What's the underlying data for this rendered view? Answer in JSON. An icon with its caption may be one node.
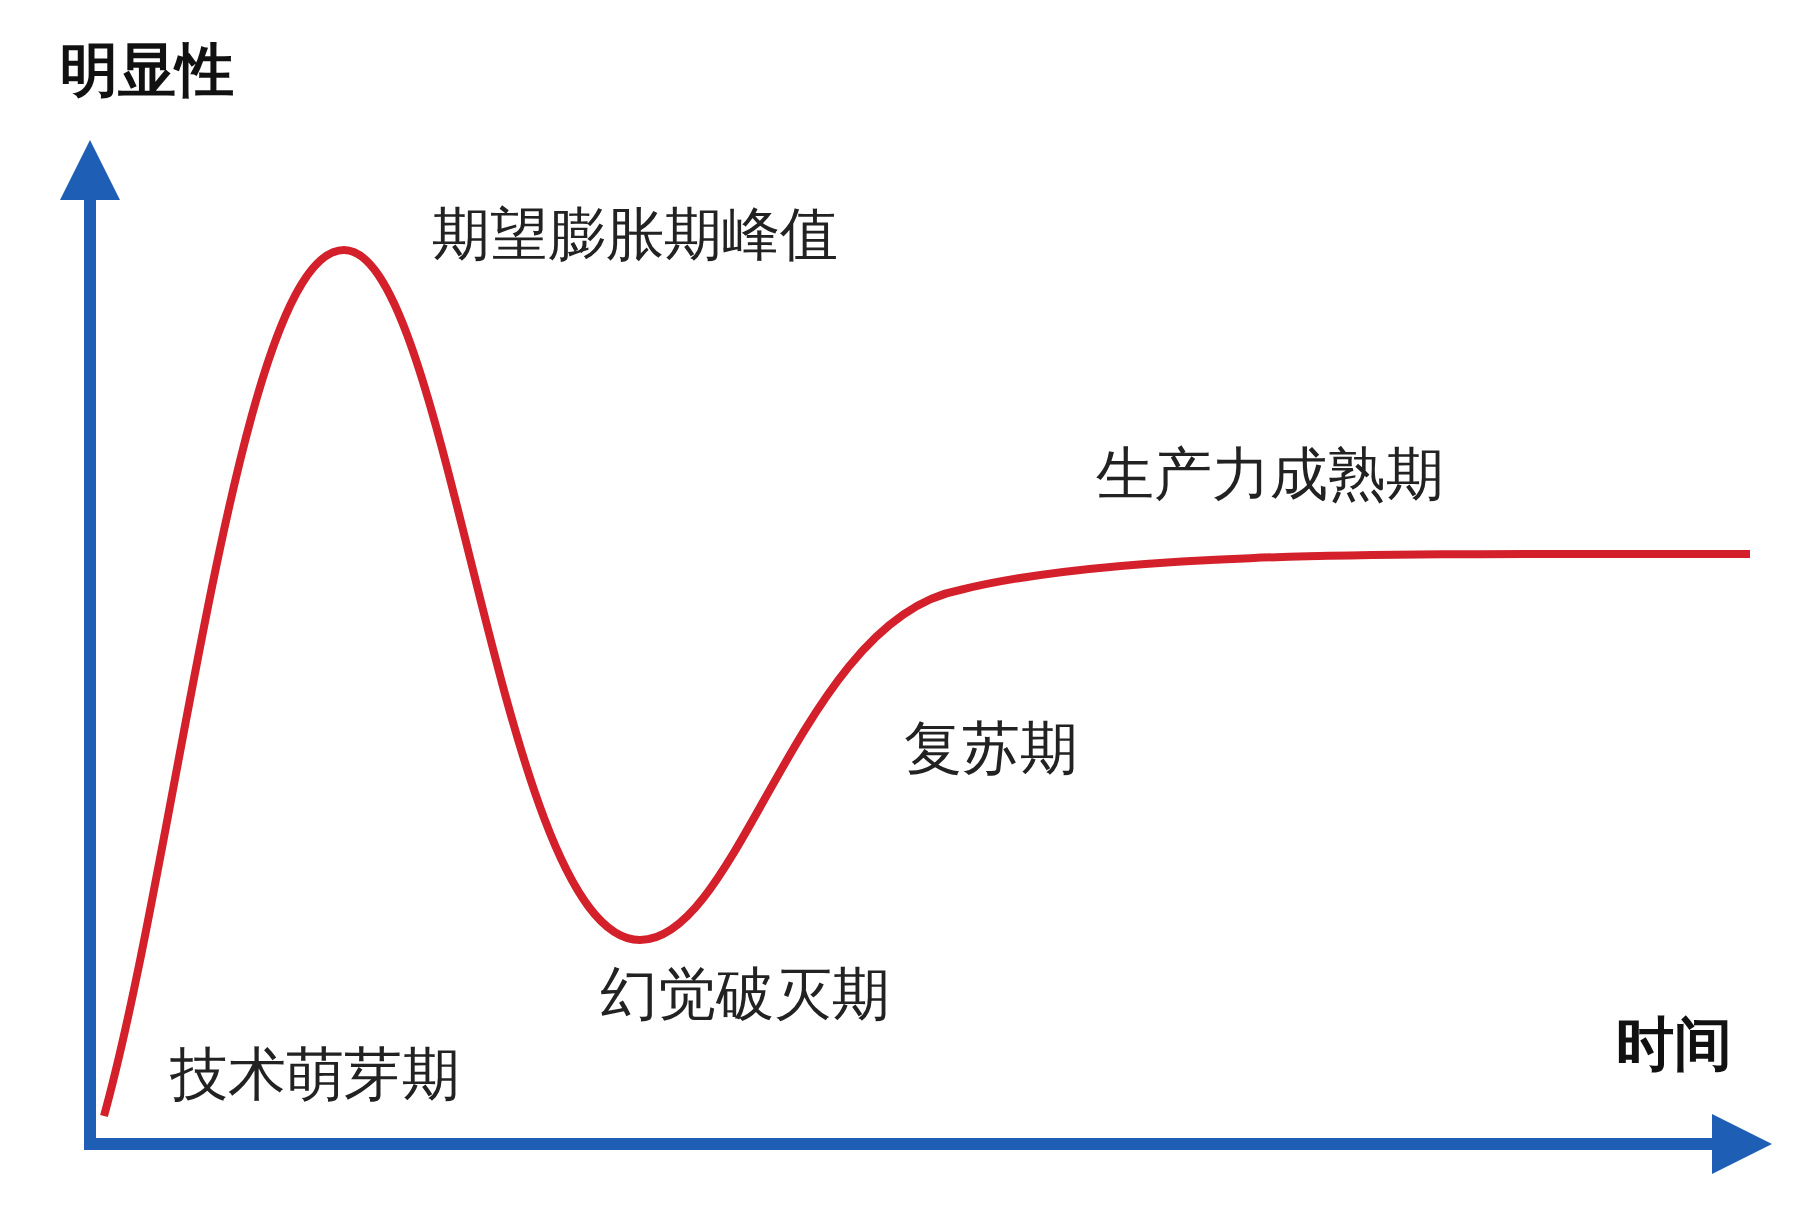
{
  "diagram": {
    "labels": [
      "明显性",
      "期望膨胀期峰值",
      "生产力成熟期",
      "复苏期",
      "幻觉破灭期",
      "时间",
      "技术萌芽期"
    ]
  }
}
